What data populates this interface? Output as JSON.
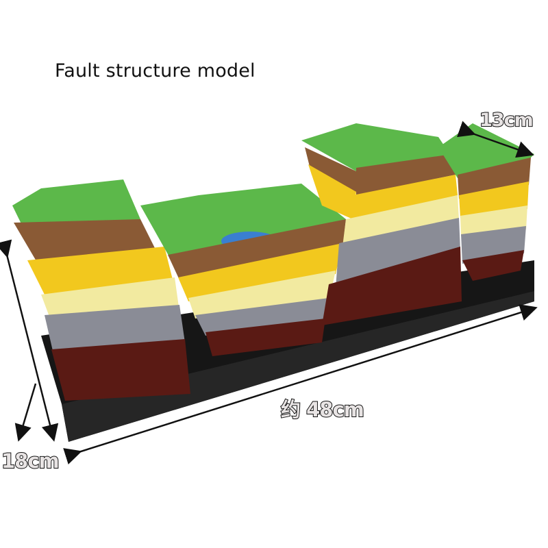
{
  "title": "Fault structure model",
  "dimensions": {
    "width_label": "13cm",
    "length_label": "约 48cm",
    "height_label": "18cm"
  },
  "colors": {
    "grass": "#5cb84a",
    "soil": "#8a5a35",
    "yellow": "#f2c81e",
    "pale_yellow": "#f2eaa0",
    "gray": "#8a8c96",
    "dark_red": "#5a1a14",
    "base": "#161616",
    "lake": "#3a7fd0"
  }
}
